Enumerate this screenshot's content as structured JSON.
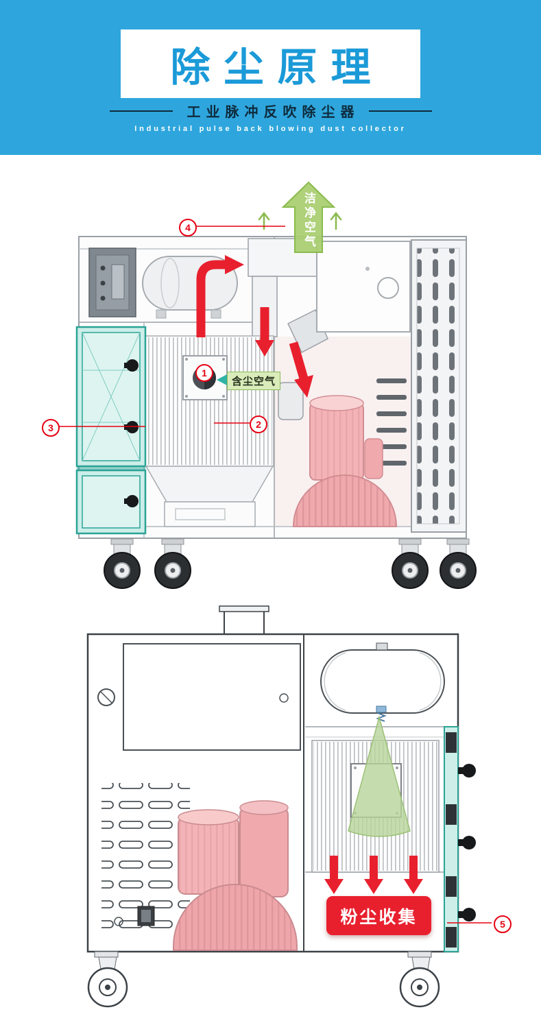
{
  "header": {
    "title": "除尘原理",
    "subtitle": "工业脉冲反吹除尘器",
    "subtitle_en": "Industrial pulse back blowing dust collector"
  },
  "labels": {
    "clean_air": "洁净空气",
    "dusty_air": "含尘空气",
    "dust_collection": "粉尘收集"
  },
  "callouts": [
    {
      "num": "1"
    },
    {
      "num": "2"
    },
    {
      "num": "3"
    },
    {
      "num": "4"
    },
    {
      "num": "5"
    }
  ],
  "colors": {
    "banner_blue": "#2ea6dd",
    "title_blue": "#1b9ad8",
    "callout_red": "#e60012",
    "flow_red": "#e8202e",
    "clean_air_green": "#a7cd6e",
    "door_teal": "#2aa395",
    "blower_pink": "#f4b4b7",
    "dusty_label_green": "#d9ecba"
  }
}
